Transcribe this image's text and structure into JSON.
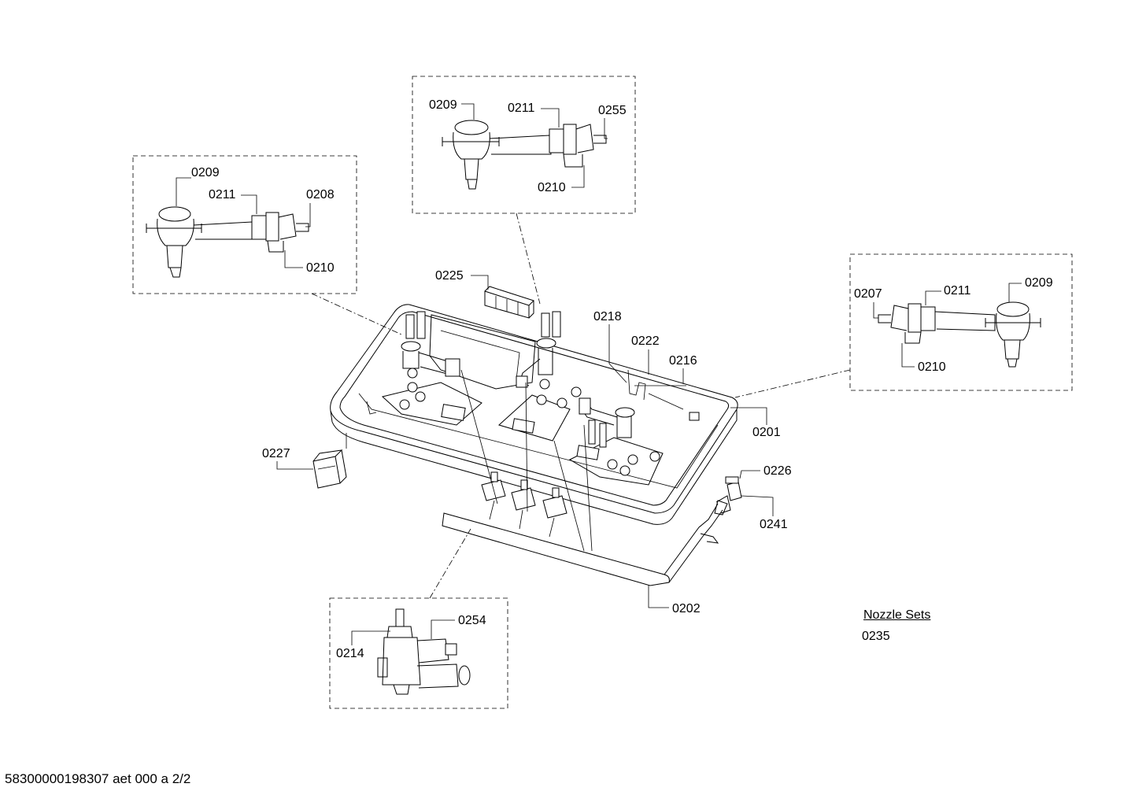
{
  "labels": {
    "box_a": {
      "burner": "0209",
      "valve": "0211",
      "nozzle": "0208",
      "clip": "0210"
    },
    "box_b": {
      "burner": "0209",
      "valve": "0211",
      "nozzle": "0255",
      "clip": "0210"
    },
    "box_c": {
      "nozzle": "0207",
      "valve": "0211",
      "burner": "0209",
      "clip": "0210"
    },
    "box_d": {
      "tap": "0214",
      "thermo": "0254"
    },
    "main": {
      "ignition": "0225",
      "electrode": "0218",
      "thermocouple": "0222",
      "pipe": "0216",
      "tray": "0201",
      "switch": "0227",
      "connector": "0226",
      "fitting": "0241",
      "rail": "0202"
    }
  },
  "nozzle_sets": {
    "title": "Nozzle Sets",
    "number": "0235"
  },
  "footer": "58300000198307 aet 000 a 2/2"
}
